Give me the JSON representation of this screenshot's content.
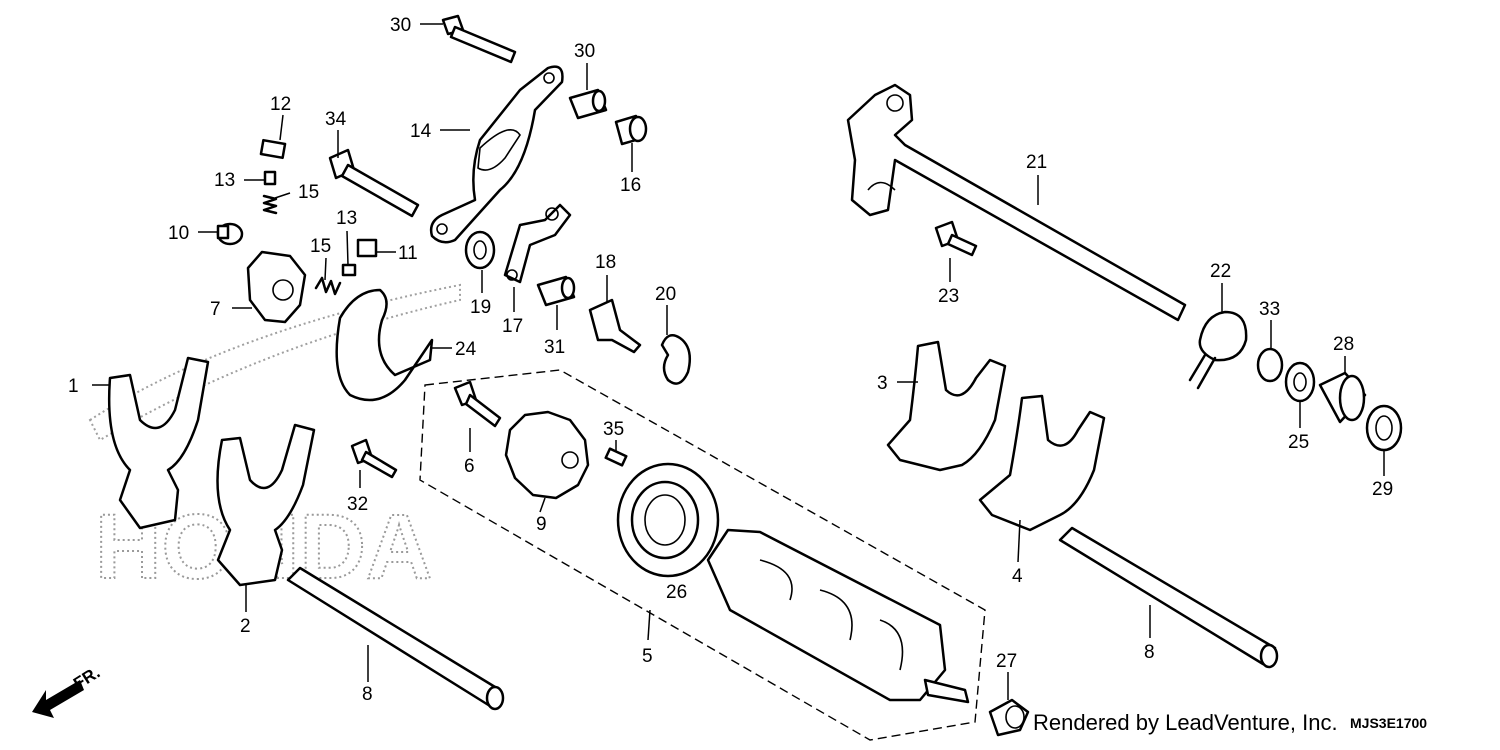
{
  "watermark_text": "HONDA",
  "front_marker": "FR.",
  "credit": "Rendered by LeadVenture, Inc.",
  "diagram_code": "MJS3E1700",
  "callouts": [
    {
      "id": "c1",
      "label": "1"
    },
    {
      "id": "c2",
      "label": "2"
    },
    {
      "id": "c3",
      "label": "3"
    },
    {
      "id": "c4",
      "label": "4"
    },
    {
      "id": "c5",
      "label": "5"
    },
    {
      "id": "c6",
      "label": "6"
    },
    {
      "id": "c7",
      "label": "7"
    },
    {
      "id": "c8a",
      "label": "8"
    },
    {
      "id": "c8b",
      "label": "8"
    },
    {
      "id": "c9",
      "label": "9"
    },
    {
      "id": "c10",
      "label": "10"
    },
    {
      "id": "c11",
      "label": "11"
    },
    {
      "id": "c12",
      "label": "12"
    },
    {
      "id": "c13a",
      "label": "13"
    },
    {
      "id": "c13b",
      "label": "13"
    },
    {
      "id": "c14",
      "label": "14"
    },
    {
      "id": "c15a",
      "label": "15"
    },
    {
      "id": "c15b",
      "label": "15"
    },
    {
      "id": "c16",
      "label": "16"
    },
    {
      "id": "c17",
      "label": "17"
    },
    {
      "id": "c18",
      "label": "18"
    },
    {
      "id": "c19",
      "label": "19"
    },
    {
      "id": "c20",
      "label": "20"
    },
    {
      "id": "c21",
      "label": "21"
    },
    {
      "id": "c22",
      "label": "22"
    },
    {
      "id": "c23",
      "label": "23"
    },
    {
      "id": "c24",
      "label": "24"
    },
    {
      "id": "c25",
      "label": "25"
    },
    {
      "id": "c26",
      "label": "26"
    },
    {
      "id": "c27",
      "label": "27"
    },
    {
      "id": "c28",
      "label": "28"
    },
    {
      "id": "c29",
      "label": "29"
    },
    {
      "id": "c30a",
      "label": "30"
    },
    {
      "id": "c30b",
      "label": "30"
    },
    {
      "id": "c31",
      "label": "31"
    },
    {
      "id": "c32",
      "label": "32"
    },
    {
      "id": "c33",
      "label": "33"
    },
    {
      "id": "c34",
      "label": "34"
    },
    {
      "id": "c35",
      "label": "35"
    }
  ]
}
